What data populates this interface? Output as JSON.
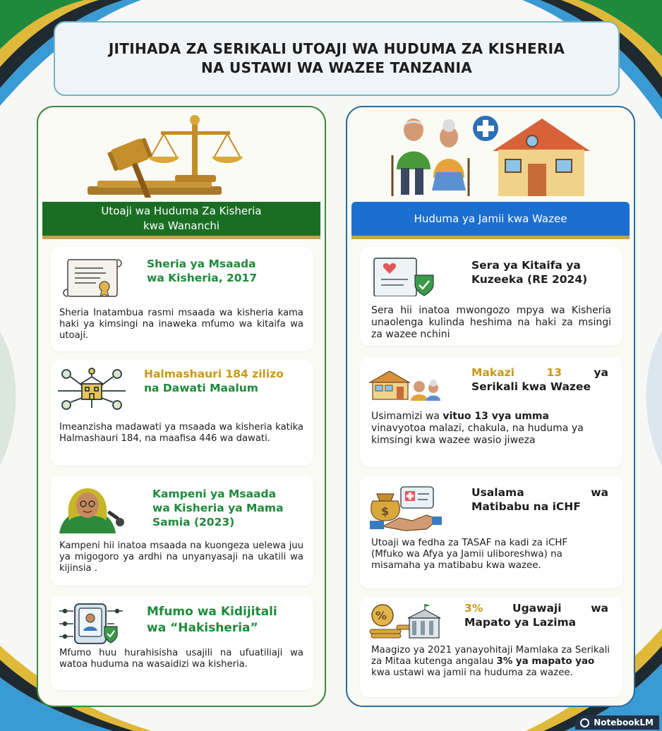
{
  "header": {
    "title_line1": "JITIHADA ZA SERIKALI UTOAJI WA HUDUMA ZA KISHERIA",
    "title_line2": "NA USTAWI WA WAZEE TANZANIA"
  },
  "left": {
    "banner_line1": "Utoaji wa Huduma Za Kisheria",
    "banner_line2": "kwa Wananchi",
    "cards": [
      {
        "title_lines": [
          "Sheria ya Msaada",
          "wa Kisheria, 2017"
        ],
        "body": "Sheria Inatambua rasmi msaada wa kisheria kama haki ya kimsingi na inaweka mfumo wa kitaifa wa utoaji."
      },
      {
        "title_lines": [
          "Halmashauri 184 zilizo",
          "na Dawati Maalum"
        ],
        "body": "Imeanzisha madawati ya msaada wa kisheria katika Halmashauri 184, na maafisa 446 wa dawati."
      },
      {
        "title_lines": [
          "Kampeni ya Msaada",
          "wa Kisheria ya Mama",
          "Samia (2023)"
        ],
        "body": "Kampeni hii inatoa msaada na kuongeza uelewa juu ya migogoro ya ardhi na unyanyasaji na ukatili wa kijinsia ."
      },
      {
        "title_lines": [
          "Mfumo wa Kidijitali",
          "wa “Hakisheria”"
        ],
        "body": "Mfumo huu hurahisisha usajili na ufuatiliaji wa watoa huduma na wasaidizi wa kisheria."
      }
    ]
  },
  "right": {
    "banner": "Huduma ya Jamii kwa Wazee",
    "cards": [
      {
        "title_lines": [
          "Sera ya Kitaifa ya",
          "Kuzeeka (RE 2024)"
        ],
        "body": "Sera hii inatoa mwongozo mpya wa Kisheria unaolenga kulinda heshima na haki za msingi za wazee nchini"
      },
      {
        "title_pre": "Makazi",
        "title_num": "13",
        "title_post": "ya",
        "title_line2": "Serikali kwa Wazee",
        "body_pre": "Usimamizi wa ",
        "body_bold": "vituo 13 vya umma",
        "body_post": " vinavyotoa malazi, chakula, na huduma ya kimsingi kwa wazee wasio jiweza"
      },
      {
        "title_a": "Usalama",
        "title_b": "wa",
        "title_line2": "Matibabu na iCHF",
        "body": "Utoaji wa fedha za TASAF na kadi za iCHF (Mfuko wa Afya ya Jamii uliboreshwa) na misamaha ya matibabu kwa wazee."
      },
      {
        "title_num": "3%",
        "title_a": "Ugawaji",
        "title_b": "wa",
        "title_line2": "Mapato ya Lazima",
        "body_pre": "Maagizo ya 2021 yanayohitaji Mamlaka za Serikali za Mitaa kutenga angalau ",
        "body_bold": "3% ya mapato yao",
        "body_post": " kwa ustawi wa jamii na huduma za wazee."
      }
    ]
  },
  "footer": {
    "brand": "NotebookLM"
  }
}
